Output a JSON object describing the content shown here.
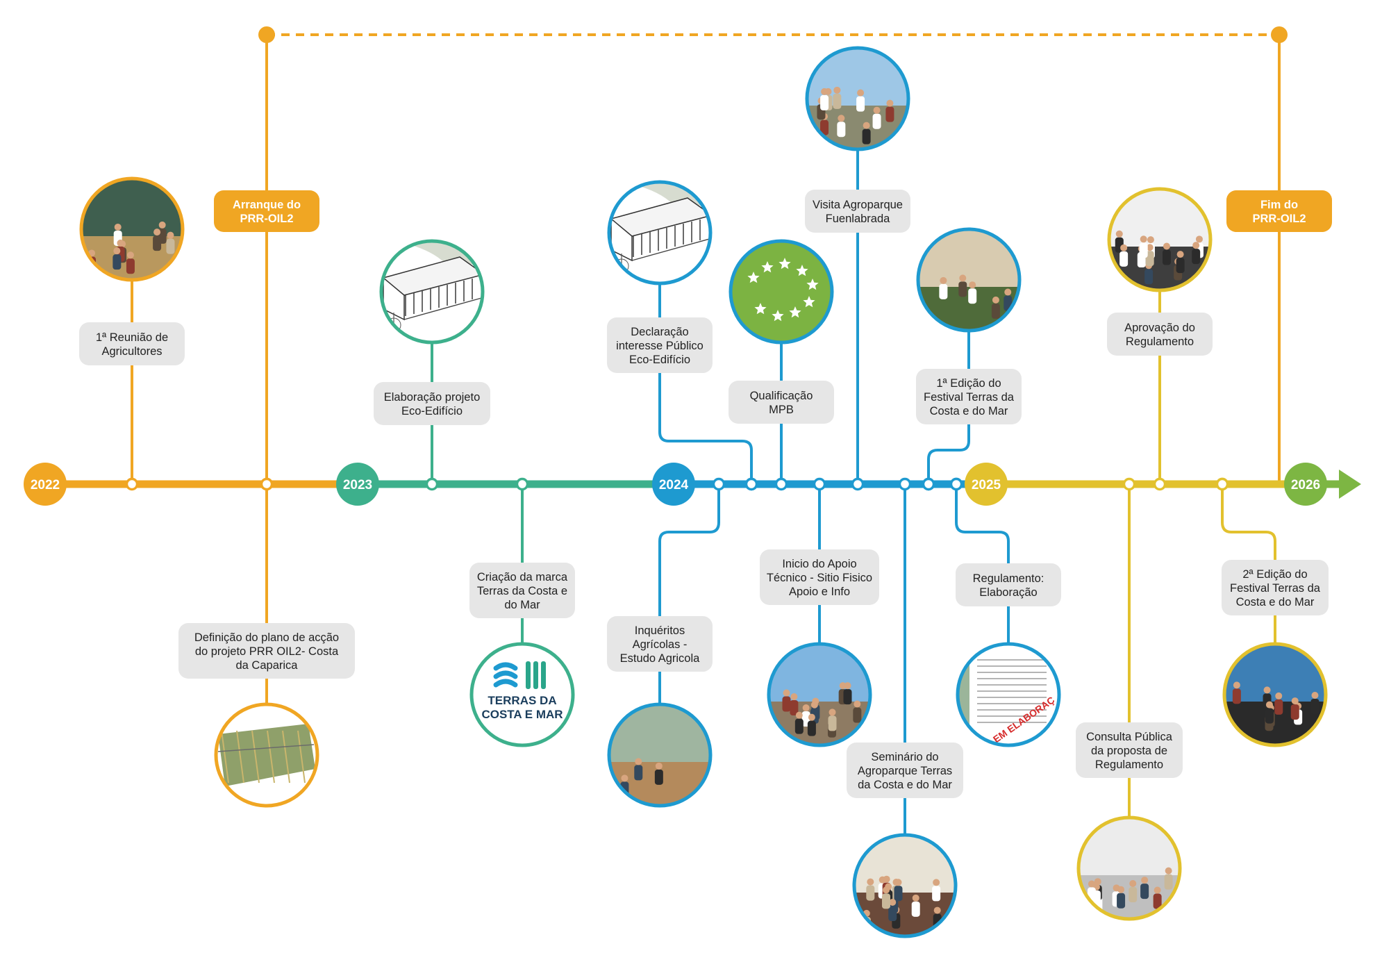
{
  "colors": {
    "orange": "#F0A623",
    "teal": "#3DB08C",
    "blue": "#1E9AD0",
    "yellow": "#E2C12E",
    "green": "#7DB643",
    "label_bg": "#E6E6E6",
    "photo_bg": "#DCDCDC"
  },
  "years": [
    "2022",
    "2023",
    "2024",
    "2025",
    "2026"
  ],
  "project_labels": {
    "start": "Arranque do\nPRR-OIL2",
    "end": "Fim do\nPRR-OIL2"
  },
  "milestones": [
    {
      "label": "1ª Reunião de\nAgricultores",
      "photo": "group-meeting-photo"
    },
    {
      "label": "Definição do plano de acção\ndo projeto PRR OIL2- Costa\nda Caparica",
      "photo": "site-plan-map"
    },
    {
      "label": "Elaboração projeto\nEco-Edifício",
      "photo": "eco-building-sketch"
    },
    {
      "label": "Criação da marca\nTerras da Costa e\ndo Mar",
      "photo": "brand-logo",
      "logo_text": "TERRAS DA\nCOSTA E MAR"
    },
    {
      "label": "Declaração\ninteresse Público\nEco-Edifício",
      "photo": "eco-building-sketch"
    },
    {
      "label": "Inquéritos\nAgrícolas -\nEstudo Agricola",
      "photo": "field-survey-photo"
    },
    {
      "label": "Qualificação\nMPB",
      "photo": "eu-organic-logo"
    },
    {
      "label": "Inicio do Apoio\nTécnico - Sitio Fisico\nApoio e Info",
      "photo": "field-visit-photo"
    },
    {
      "label": "Visita Agroparque\nFuenlabrada",
      "photo": "study-visit-photo"
    },
    {
      "label": "Seminário do\nAgroparque Terras\nda Costa e do Mar",
      "photo": "seminar-photo"
    },
    {
      "label": "1ª Edição do\nFestival Terras da\nCosta e do Mar",
      "photo": "festival-photo"
    },
    {
      "label": "Regulamento:\nElaboração",
      "photo": "regulation-document",
      "stamp_text": "EM ELABORAÇ"
    },
    {
      "label": "Consulta Pública\nda proposta de\nRegulamento",
      "photo": "public-consultation-photo"
    },
    {
      "label": "Aprovação do\nRegulamento",
      "photo": "approval-meeting-photo"
    },
    {
      "label": "2ª Edição do\nFestival Terras da\nCosta e do Mar",
      "photo": "festival-stage-photo"
    }
  ]
}
